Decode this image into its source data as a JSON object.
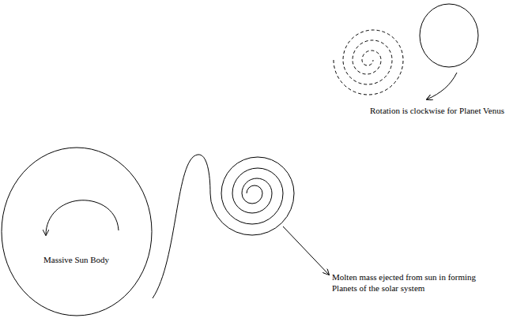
{
  "diagram": {
    "nodes": [
      {
        "text": [
          "Massive Sun Body"
        ]
      }
    ],
    "labels": [
      "Molten mass ejected from sun in forming Planets of the solar system",
      "Rotation is clockwise for Planet Venus"
    ]
  }
}
